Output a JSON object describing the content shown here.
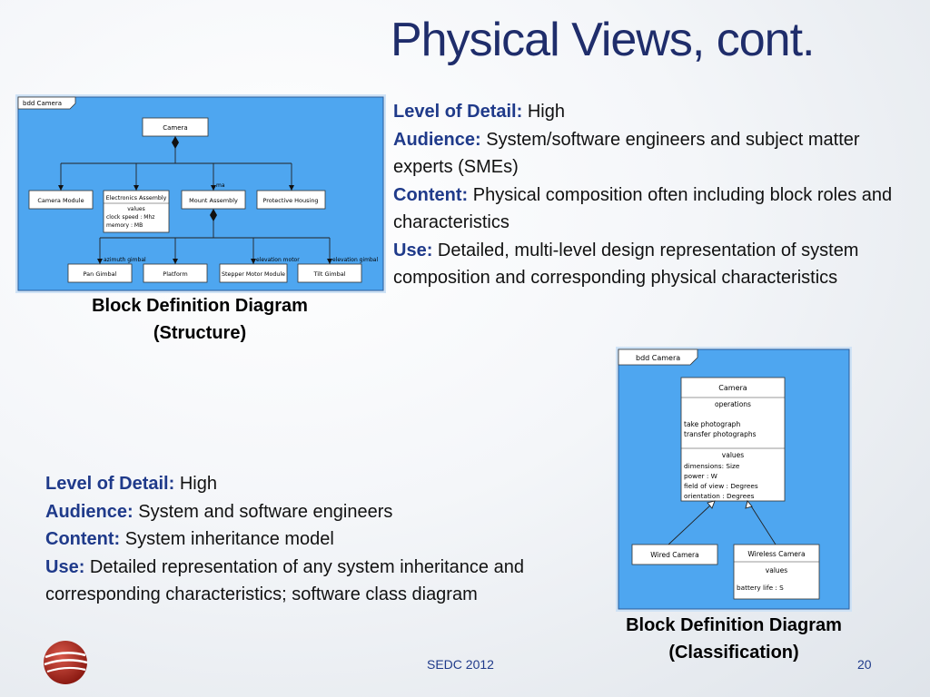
{
  "title": "Physical Views, cont.",
  "block1": {
    "lines": [
      {
        "key": "Level of Detail:",
        "value": " High"
      },
      {
        "key": "Audience:",
        "value": " System/software engineers and subject matter experts (SMEs)"
      },
      {
        "key": "Content:",
        "value": " Physical composition often including block roles and characteristics"
      },
      {
        "key": "Use:",
        "value": " Detailed, multi-level design representation of system composition and corresponding physical characteristics"
      }
    ]
  },
  "block2": {
    "lines": [
      {
        "key": "Level of Detail:",
        "value": " High"
      },
      {
        "key": "Audience:",
        "value": " System and software engineers"
      },
      {
        "key": "Content:",
        "value": " System inheritance model"
      },
      {
        "key": "Use:",
        "value": " Detailed representation of any system inheritance and corresponding characteristics; software class diagram"
      }
    ]
  },
  "caption1": {
    "line1": "Block Definition Diagram",
    "line2": "(Structure)"
  },
  "caption2": {
    "line1": "Block Definition Diagram",
    "line2": "(Classification)"
  },
  "diagram1": {
    "frame_label": "bdd Camera",
    "root": "Camera",
    "children": [
      "Camera Module",
      "Electronics Assembly",
      "Mount Assembly",
      "Protective Housing"
    ],
    "electronics_values_header": "values",
    "electronics_values": [
      "clock speed : Mhz",
      "memory : MB"
    ],
    "role_ma": "ma",
    "grandchildren": [
      "Pan Gimbal",
      "Platform",
      "Stepper Motor Module",
      "Tilt Gimbal"
    ],
    "roles": [
      "azimuth gimbal",
      "elevation motor",
      "elevation gimbal"
    ]
  },
  "diagram2": {
    "frame_label": "bdd Camera",
    "camera": "Camera",
    "operations_header": "operations",
    "operations": [
      "take photograph",
      "transfer photographs"
    ],
    "values_header": "values",
    "values": [
      "dimensions: Size",
      "power : W",
      "field of view : Degrees",
      "orientation : Degrees"
    ],
    "wired": "Wired Camera",
    "wireless": "Wireless Camera",
    "wireless_values_header": "values",
    "wireless_values": [
      "battery life : S"
    ]
  },
  "footer": {
    "center": "SEDC 2012",
    "page": "20"
  },
  "colors": {
    "title": "#1f2d6b",
    "keyword": "#1f3a8a",
    "diagram_bg": "#4ea6f0",
    "diagram_border": "#9ec8ee"
  }
}
